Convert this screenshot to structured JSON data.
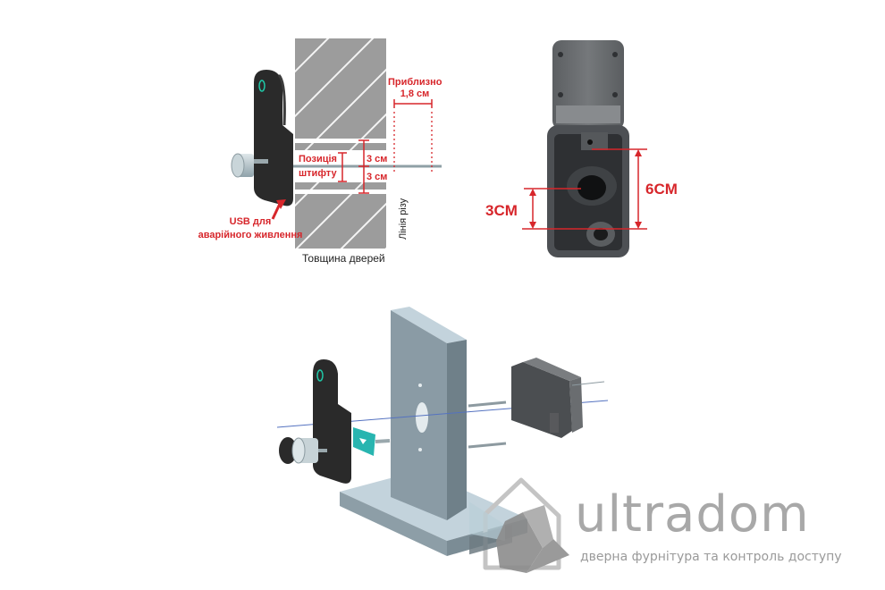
{
  "panel_left": {
    "title": "Door cross-section installation diagram",
    "labels": {
      "approx": "Приблизно",
      "approx_value": "1,8 см",
      "pin_position_line1": "Позиція",
      "pin_position_line2": "штифту",
      "dim_upper": "3 см",
      "dim_lower": "3 см",
      "usb_line1": "USB для",
      "usb_line2": "аварійного живлення",
      "cut_line": "Лінія різу",
      "door_thickness": "Товщина дверей"
    }
  },
  "panel_right": {
    "title": "Lock back-housing dimensions photo",
    "labels": {
      "dim_6": "6CM",
      "dim_3": "3CM"
    }
  },
  "panel_bottom": {
    "title": "Exploded assembly view"
  },
  "watermark": {
    "brand": "ultradom",
    "tagline": "дверна фурнітура та контроль доступу"
  },
  "colors": {
    "annotation_red": "#d7262b",
    "door_gray": "#9c9c9c",
    "device_black": "#2a2a2a",
    "fingerprint_ring": "#1fc7a6",
    "block_blue_gray": "#8a9ba5",
    "watermark_gray": "#a8a8a8"
  }
}
